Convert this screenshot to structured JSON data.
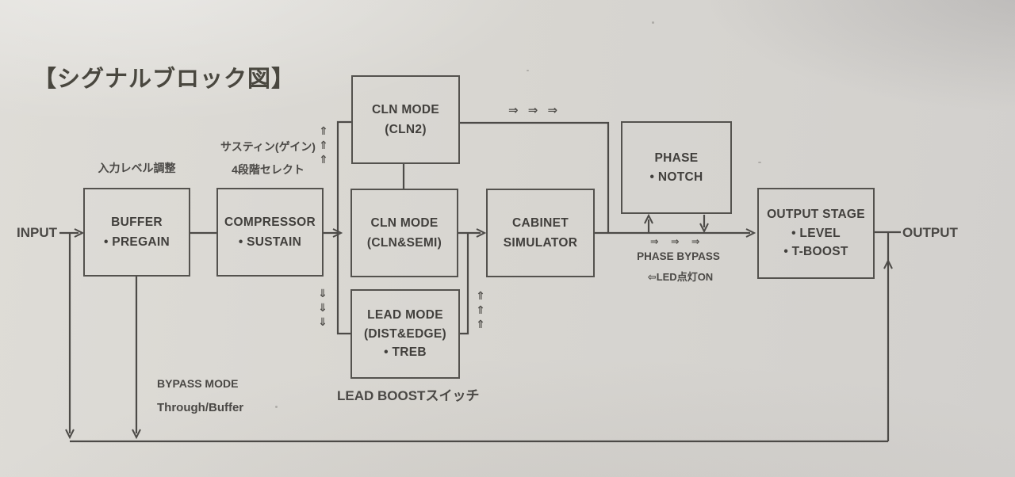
{
  "title": "【シグナルブロック図】",
  "colors": {
    "paper": "#d8d6d1",
    "ink": "#4c4a47"
  },
  "io": {
    "input_label": "INPUT",
    "output_label": "OUTPUT"
  },
  "glyphs": {
    "up": "⇑",
    "down": "⇓"
  },
  "annotations": {
    "input_level": "入力レベル調整",
    "sustain_gain": "サスティン(ゲイン)",
    "gain_select": "4段階セレクト",
    "cln2_flow_arrows": "⇒ ⇒ ⇒",
    "phase_flow_arrows": "⇒ ⇒ ⇒",
    "phase_bypass": "PHASE BYPASS",
    "led_on": "⇦LED点灯ON",
    "bypass_mode": "BYPASS MODE",
    "through_buffer": "Through/Buffer",
    "lead_boost_switch": "LEAD BOOSTスイッチ"
  },
  "boxes": {
    "buffer": {
      "lines": [
        "BUFFER",
        "• PREGAIN"
      ]
    },
    "compressor": {
      "lines": [
        "COMPRESSOR",
        "• SUSTAIN"
      ]
    },
    "cln_mode_cln2": {
      "lines": [
        "CLN MODE",
        "(CLN2)"
      ]
    },
    "cln_mode_semi": {
      "lines": [
        "CLN MODE",
        "(CLN&SEMI)"
      ]
    },
    "lead_mode": {
      "lines": [
        "LEAD MODE",
        "(DIST&EDGE)",
        "• TREB"
      ]
    },
    "cabinet_simulator": {
      "lines": [
        "CABINET",
        "SIMULATOR"
      ]
    },
    "phase": {
      "lines": [
        "PHASE",
        "• NOTCH"
      ]
    },
    "output_stage": {
      "lines": [
        "OUTPUT STAGE",
        "• LEVEL",
        "• T-BOOST"
      ]
    }
  }
}
